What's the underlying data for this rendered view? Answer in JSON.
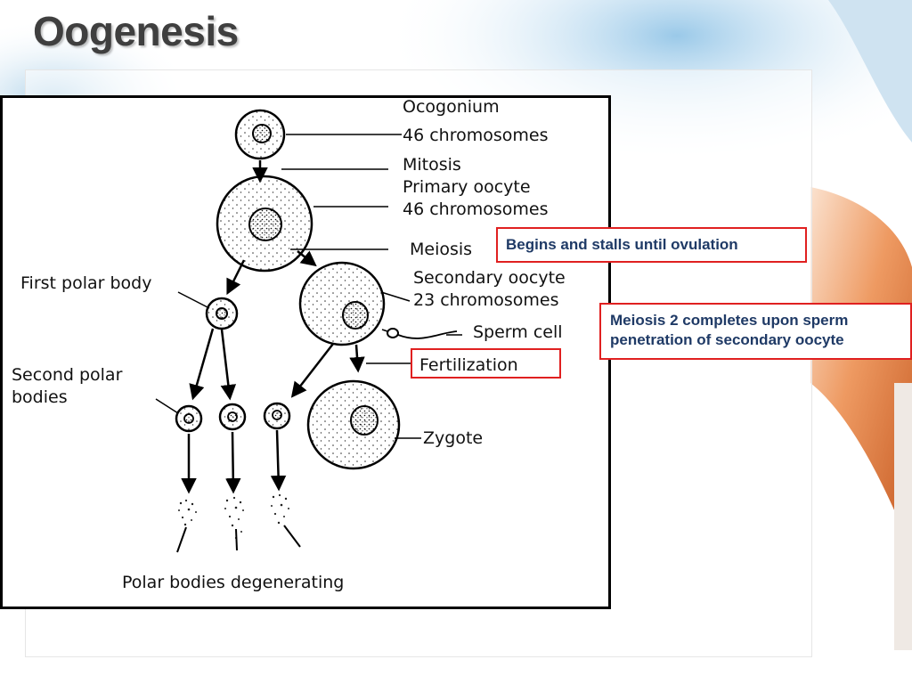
{
  "slide": {
    "title": "Oogenesis"
  },
  "diagram": {
    "labels": {
      "oogonium": "Ocogonium",
      "oogonium_chromosomes": "46 chromosomes",
      "mitosis": "Mitosis",
      "primary_oocyte": "Primary oocyte",
      "primary_chromosomes": "46 chromosomes",
      "meiosis": "Meiosis",
      "first_polar_body": "First polar body",
      "secondary_oocyte": "Secondary oocyte",
      "secondary_chromosomes": "23 chromosomes",
      "sperm_cell": "Sperm  cell",
      "fertilization": "Fertilization",
      "second_polar_bodies_1": "Second polar",
      "second_polar_bodies_2": "bodies",
      "zygote": "Zygote",
      "degenerating": "Polar bodies  degenerating"
    }
  },
  "callouts": {
    "meiosis_note": "Begins and stalls until ovulation",
    "fertilization_note": "Meiosis 2 completes upon sperm penetration of secondary oocyte"
  },
  "colors": {
    "title": "#3f3f3f",
    "callout_text": "#1f3a66",
    "callout_border": "#e02020",
    "bg_accent": "#e8763a",
    "bg_blue": "#a9cfe8"
  }
}
